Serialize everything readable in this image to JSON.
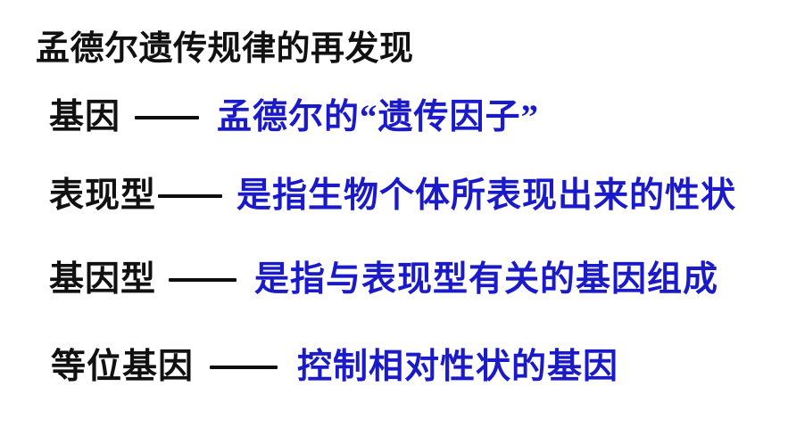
{
  "slide": {
    "title": "孟德尔遗传规律的再发现",
    "background_color": "#ffffff",
    "term_color": "#111111",
    "meaning_color": "#1a1ac8",
    "separator": "——",
    "rows": [
      {
        "term": "基因",
        "separator": "——",
        "meaning": "孟德尔的“遗传因子”"
      },
      {
        "term": "表现型",
        "separator": "——",
        "meaning": "是指生物个体所表现出来的性状"
      },
      {
        "term": "基因型",
        "separator": "——",
        "meaning": "是指与表现型有关的基因组成"
      },
      {
        "term": "等位基因",
        "separator": "——",
        "meaning": "控制相对性状的基因"
      }
    ]
  }
}
